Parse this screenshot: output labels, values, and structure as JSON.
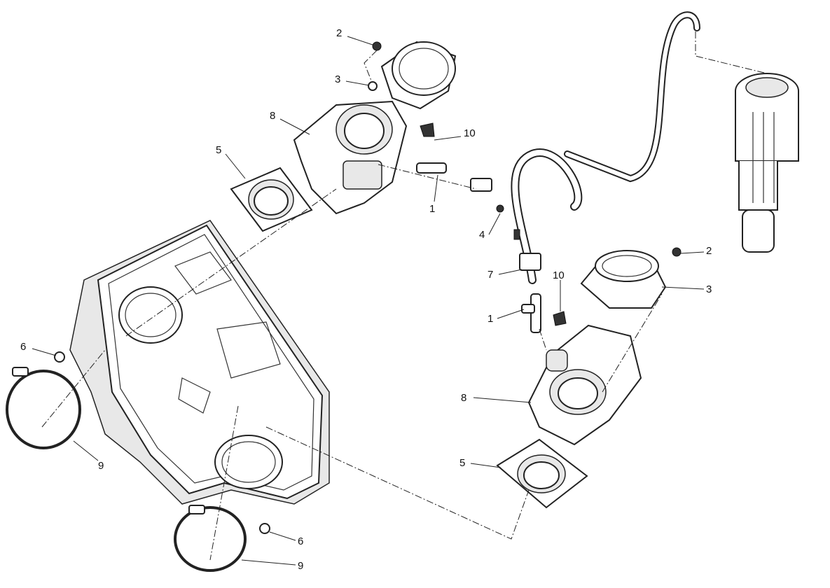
{
  "diagram": {
    "type": "exploded-parts-diagram",
    "callouts": [
      "2",
      "3",
      "8",
      "10",
      "5",
      "1",
      "4",
      "2",
      "7",
      "10",
      "3",
      "1",
      "6",
      "8",
      "9",
      "5",
      "6",
      "9"
    ]
  }
}
